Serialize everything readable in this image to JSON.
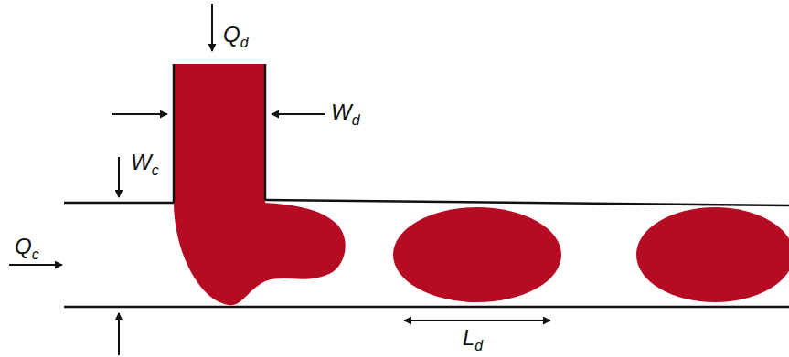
{
  "diagram": {
    "labels": [
      "Qd",
      "Wd",
      "Wc",
      "Qc",
      "Ld"
    ]
  }
}
